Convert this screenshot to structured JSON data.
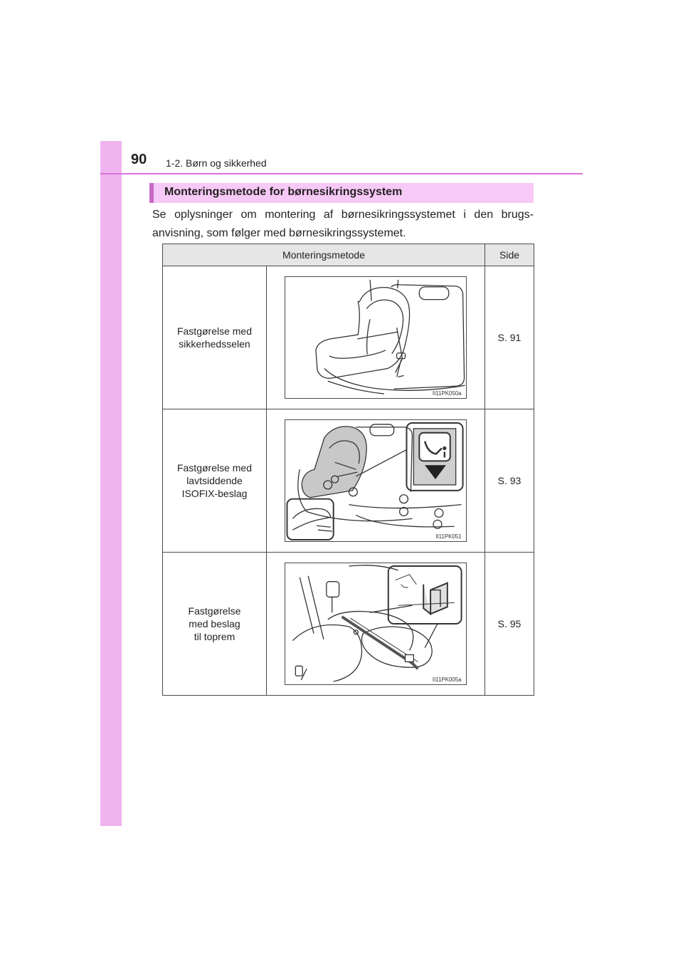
{
  "header": {
    "page_number": "90",
    "chapter": "1-2. Børn og sikkerhed"
  },
  "section": {
    "title": "Monteringsmetode for børnesikringssystem",
    "intro": "Se oplysninger om montering af børnesikringssystemet i den brugs-anvisning, som følger med børnesikringssystemet."
  },
  "table": {
    "headers": {
      "method": "Monteringsmetode",
      "page": "Side"
    },
    "rows": [
      {
        "method_lines": [
          "Fastgørelse med",
          "sikkerhedsselen"
        ],
        "figure_code": "II11PK050a",
        "page": "S. 91"
      },
      {
        "method_lines": [
          "Fastgørelse med",
          "lavtsiddende",
          "ISOFIX-beslag"
        ],
        "figure_code": "II11PK051",
        "page": "S. 93"
      },
      {
        "method_lines": [
          "Fastgørelse",
          "med beslag",
          "til toprem"
        ],
        "figure_code": "II11PK005a",
        "page": "S. 95"
      }
    ]
  },
  "colors": {
    "sidebar": "#efb3ef",
    "header_rule": "#d873d8",
    "section_bg": "#f7c9f7",
    "section_accent": "#c66ac6"
  }
}
